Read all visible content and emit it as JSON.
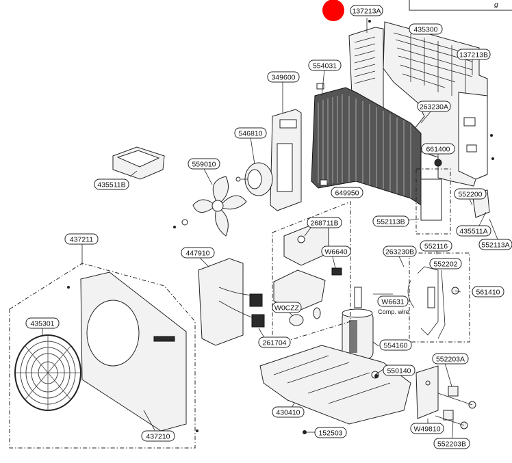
{
  "marker_color": "#ff0000",
  "corner_text": "g",
  "parts": {
    "p137213A": "137213A",
    "p435300": "435300",
    "p137213B": "137213B",
    "p349600": "349600",
    "p554031": "554031",
    "p263230A": "263230A",
    "p546810": "546810",
    "p661400": "661400",
    "p559010": "559010",
    "p435511B": "435511B",
    "p649950": "649950",
    "p552200": "552200",
    "p552113B": "552113B",
    "p435511A": "435511A",
    "p552113A": "552113A",
    "p268711B": "268711B",
    "p437211": "437211",
    "p447910": "447910",
    "pW6640": "W6640",
    "p263230B": "263230B",
    "p552116": "552116",
    "p552202": "552202",
    "p561410": "561410",
    "p435301": "435301",
    "pW6631": "W6631",
    "comp_wire": "Comp. wire",
    "pW0CZZ": "W0CZZ",
    "p261704": "261704",
    "p554160": "554160",
    "p552203A": "552203A",
    "p550140": "550140",
    "p430410": "430410",
    "p437210": "437210",
    "pW49810": "W49810",
    "p152503": "152503",
    "p552203B": "552203B"
  }
}
